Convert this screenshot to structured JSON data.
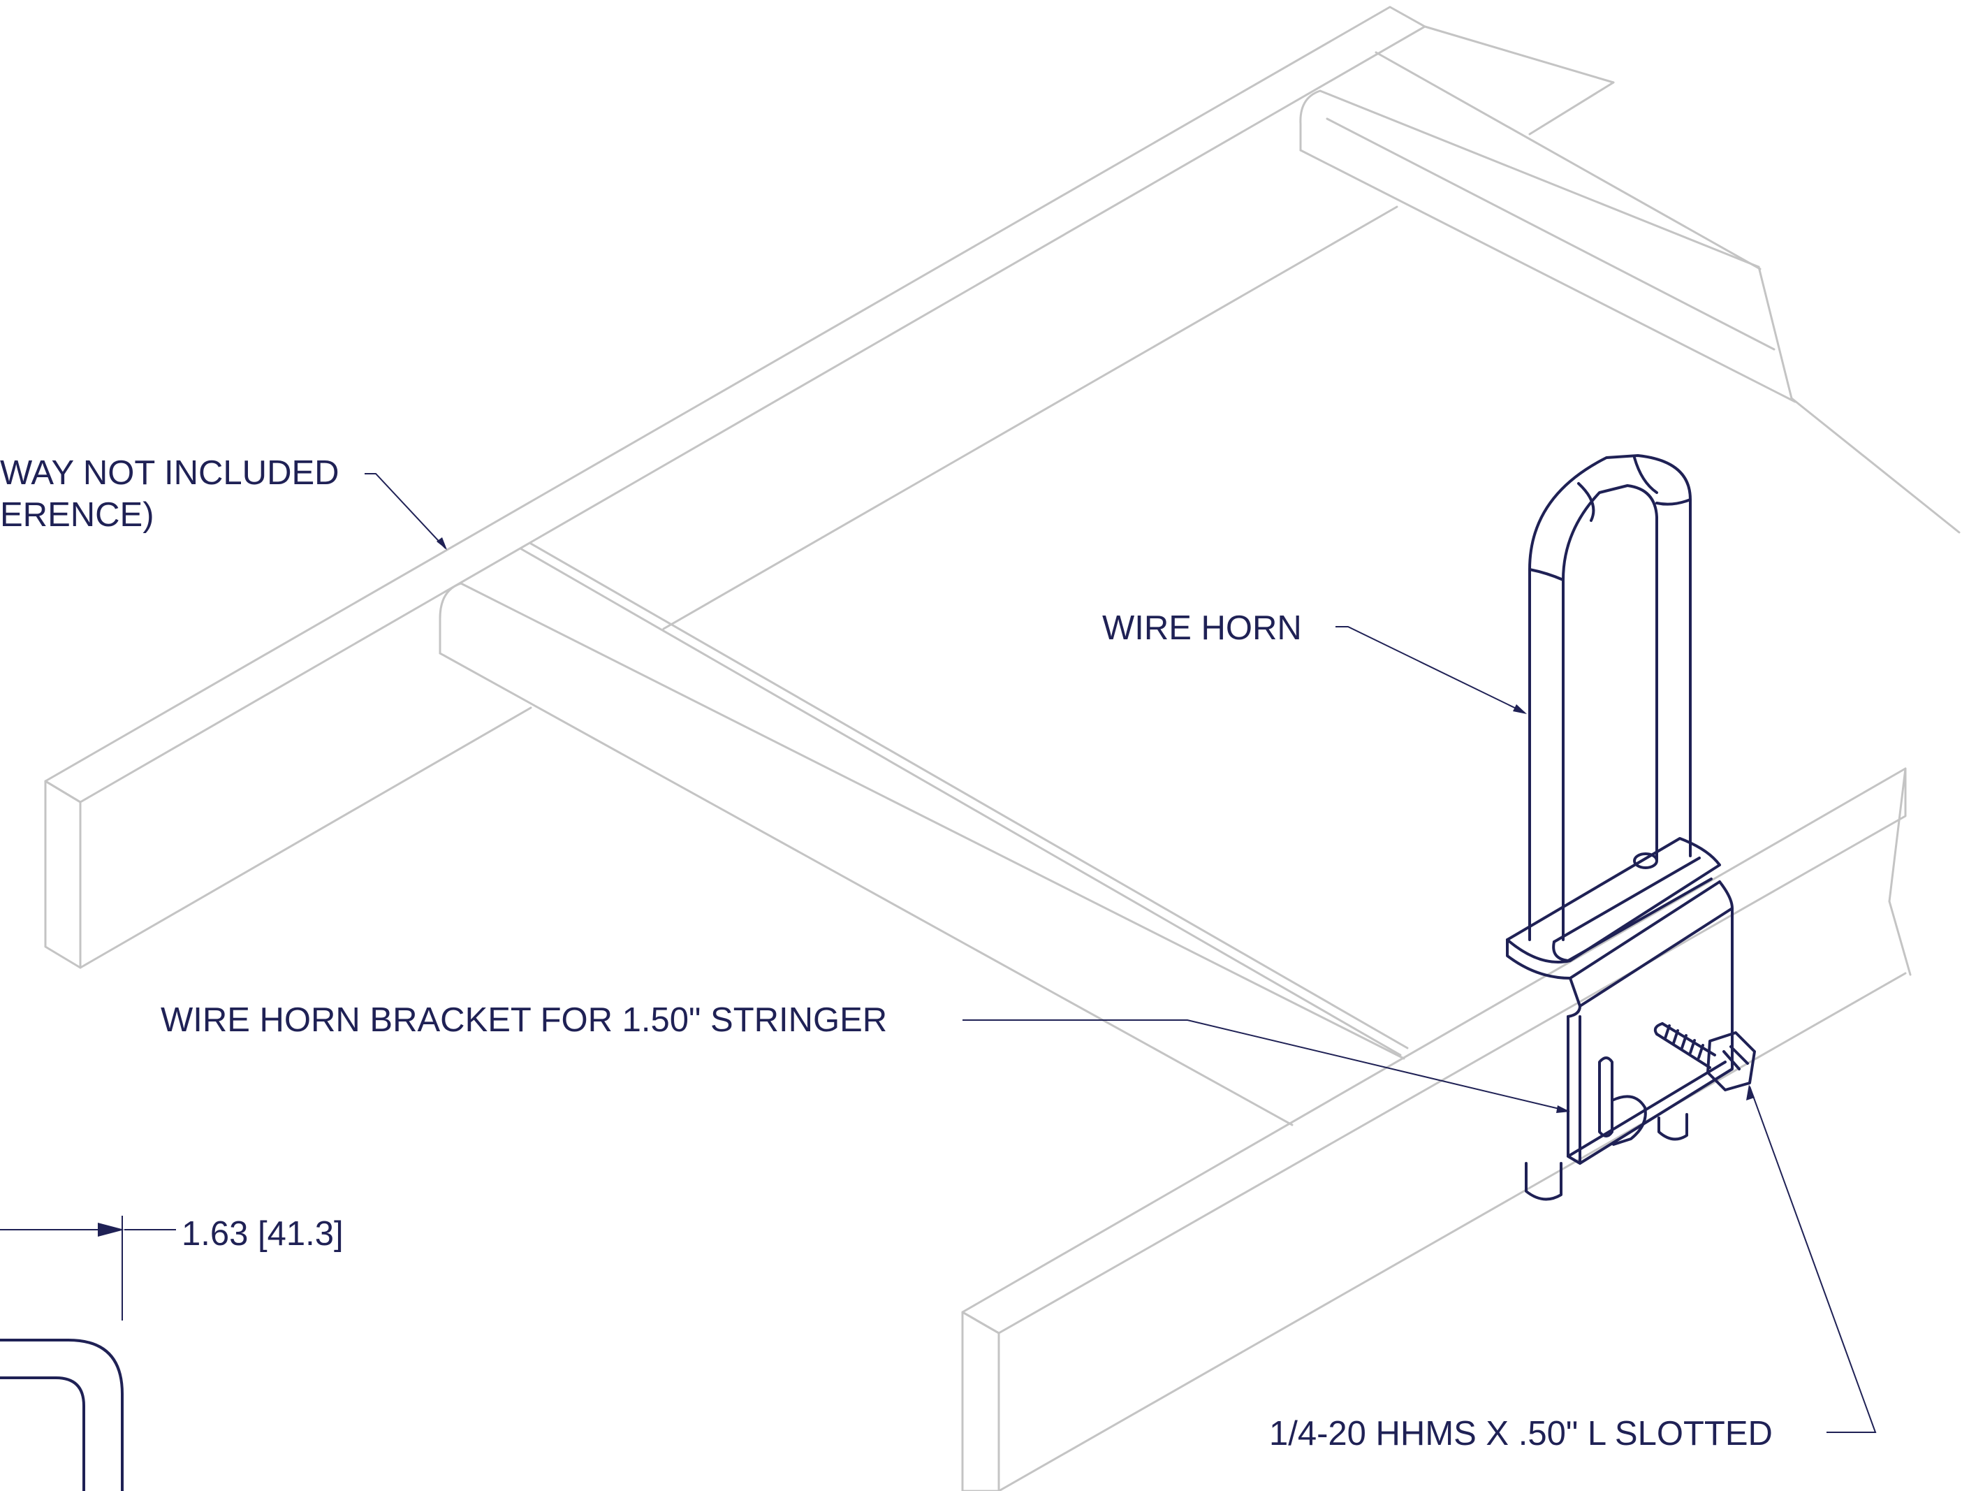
{
  "callouts": {
    "cable_tray": {
      "line1": "WAY NOT INCLUDED",
      "line2": "ERENCE)"
    },
    "wire_horn": "WIRE HORN",
    "bracket": "WIRE HORN BRACKET FOR 1.50\" STRINGER",
    "screw": "1/4-20 HHMS X .50\" L SLOTTED"
  },
  "dimension": {
    "value": "1.63 [41.3]"
  },
  "colors": {
    "reference_lines": "#c4c4c4",
    "part_lines": "#1f2155",
    "background": "#ffffff"
  }
}
